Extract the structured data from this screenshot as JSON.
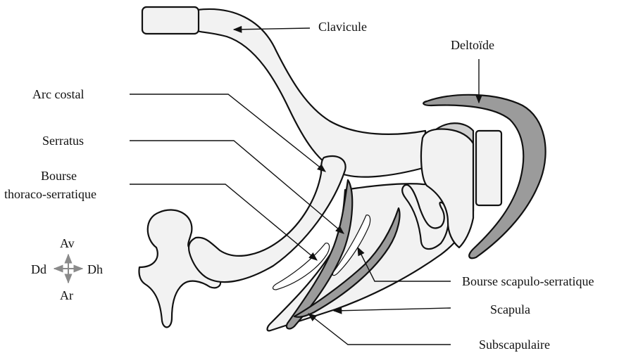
{
  "labels": {
    "clavicule": "Clavicule",
    "deltoide": "Deltoïde",
    "arc_costal": "Arc costal",
    "serratus": "Serratus",
    "bourse_thoraco_line1": "Bourse",
    "bourse_thoraco_line2": "thoraco-serratique",
    "bourse_scapulo": "Bourse scapulo-serratique",
    "scapula": "Scapula",
    "subscapulaire": "Subscapulaire"
  },
  "orientation": {
    "up": "Av",
    "down": "Ar",
    "left": "Dd",
    "right": "Dh"
  },
  "colors": {
    "bone_fill": "#f2f2f2",
    "muscle_fill": "#9b9b9b",
    "cartilage_fill": "#cfcfcf",
    "outline": "#111111",
    "compass": "#8a8a8a"
  }
}
